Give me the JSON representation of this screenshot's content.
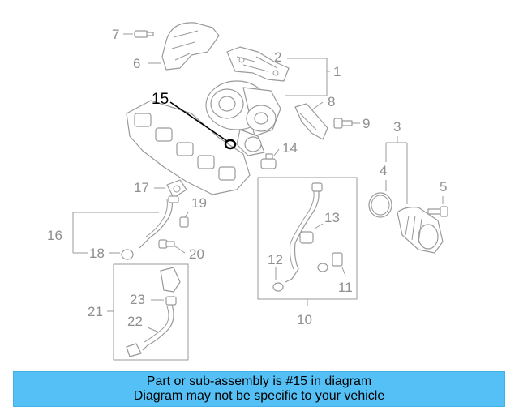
{
  "diagram": {
    "highlight_label": "15",
    "labels": {
      "n1": "1",
      "n2": "2",
      "n3": "3",
      "n4": "4",
      "n5": "5",
      "n6": "6",
      "n7": "7",
      "n8": "8",
      "n9": "9",
      "n10": "10",
      "n11": "11",
      "n12": "12",
      "n13": "13",
      "n14": "14",
      "n16": "16",
      "n17": "17",
      "n18": "18",
      "n19": "19",
      "n20": "20",
      "n21": "21",
      "n22": "22",
      "n23": "23"
    }
  },
  "banner": {
    "line1": "Part or sub-assembly is #15 in diagram",
    "line2": "Diagram may not be specific to your vehicle",
    "color": "#54c0f5"
  },
  "colors": {
    "part_line": "#9a9a9a",
    "highlight": "#000000"
  }
}
